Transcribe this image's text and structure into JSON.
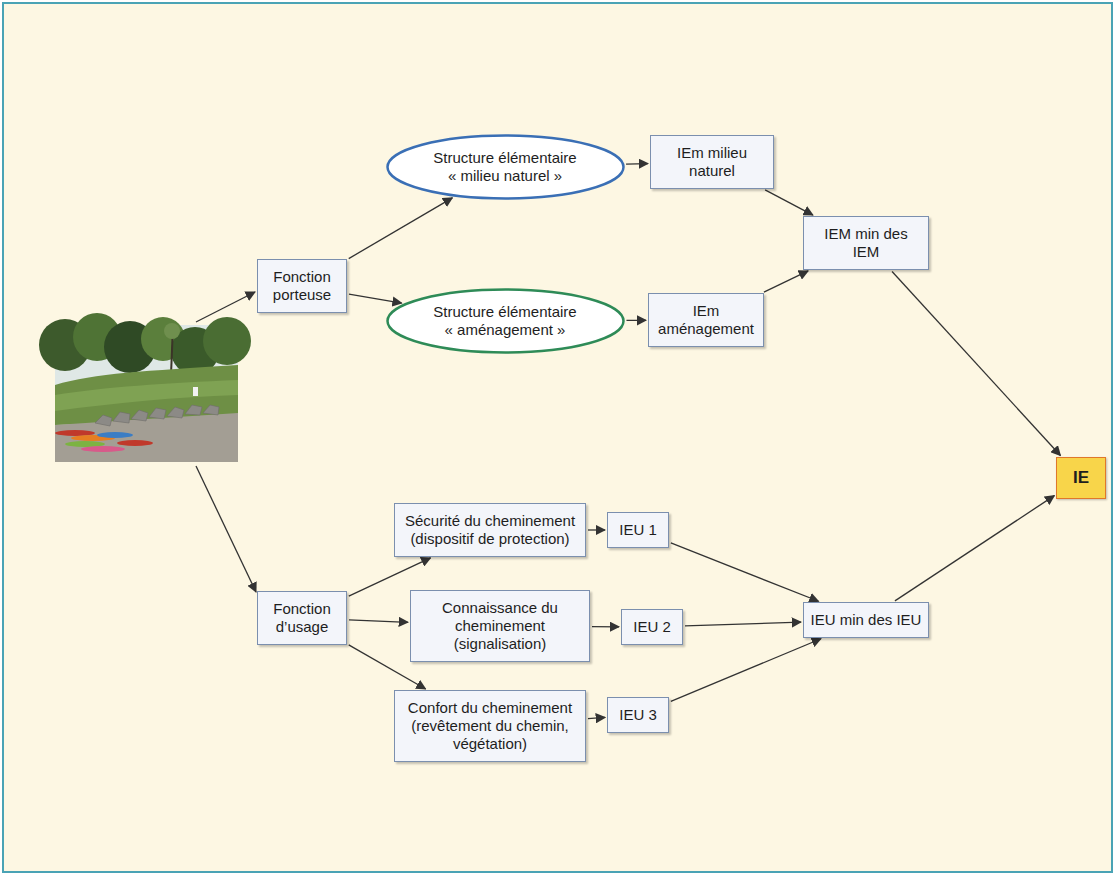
{
  "diagram": {
    "nodes": [
      {
        "text": [
          "Fonction porteuse"
        ]
      },
      {
        "text": [
          "Structure élémentaire « milieu naturel »"
        ]
      },
      {
        "text": [
          "IEm milieu naturel"
        ]
      },
      {
        "text": [
          "Structure élémentaire « aménagement »"
        ]
      },
      {
        "text": [
          "IEm aménagement"
        ]
      },
      {
        "text": [
          "IEM min des IEM"
        ]
      },
      {
        "text": [
          "IE"
        ]
      },
      {
        "text": [
          "Fonction d’usage"
        ]
      },
      {
        "text": [
          "Sécurité du cheminement (dispositif de protection)"
        ]
      },
      {
        "text": [
          "IEU 1"
        ]
      },
      {
        "text": [
          "Connaissance du cheminement (signalisation)"
        ]
      },
      {
        "text": [
          "IEU 2"
        ]
      },
      {
        "text": [
          "Confort du cheminement (revêtement du chemin, végétation)"
        ]
      },
      {
        "text": [
          "IEU 3"
        ]
      },
      {
        "text": [
          "IEU min des IEU"
        ]
      }
    ],
    "edges": [
      {
        "from": 0,
        "to": 1,
        "arrow": "to"
      },
      {
        "from": 0,
        "to": 3,
        "arrow": "to"
      },
      {
        "from": 1,
        "to": 2,
        "arrow": "to"
      },
      {
        "from": 3,
        "to": 4,
        "arrow": "to"
      },
      {
        "from": 2,
        "to": 5,
        "arrow": "to"
      },
      {
        "from": 4,
        "to": 5,
        "arrow": "to"
      },
      {
        "from": 5,
        "to": 6,
        "arrow": "to"
      },
      {
        "from": 7,
        "to": 8,
        "arrow": "to"
      },
      {
        "from": 7,
        "to": 10,
        "arrow": "to"
      },
      {
        "from": 7,
        "to": 12,
        "arrow": "to"
      },
      {
        "from": 8,
        "to": 9,
        "arrow": "to"
      },
      {
        "from": 10,
        "to": 11,
        "arrow": "to"
      },
      {
        "from": 12,
        "to": 13,
        "arrow": "to"
      },
      {
        "from": 9,
        "to": 14,
        "arrow": "to"
      },
      {
        "from": 11,
        "to": 14,
        "arrow": "to"
      },
      {
        "from": 13,
        "to": 14,
        "arrow": "to"
      },
      {
        "from": 14,
        "to": 6,
        "arrow": "to"
      }
    ]
  }
}
